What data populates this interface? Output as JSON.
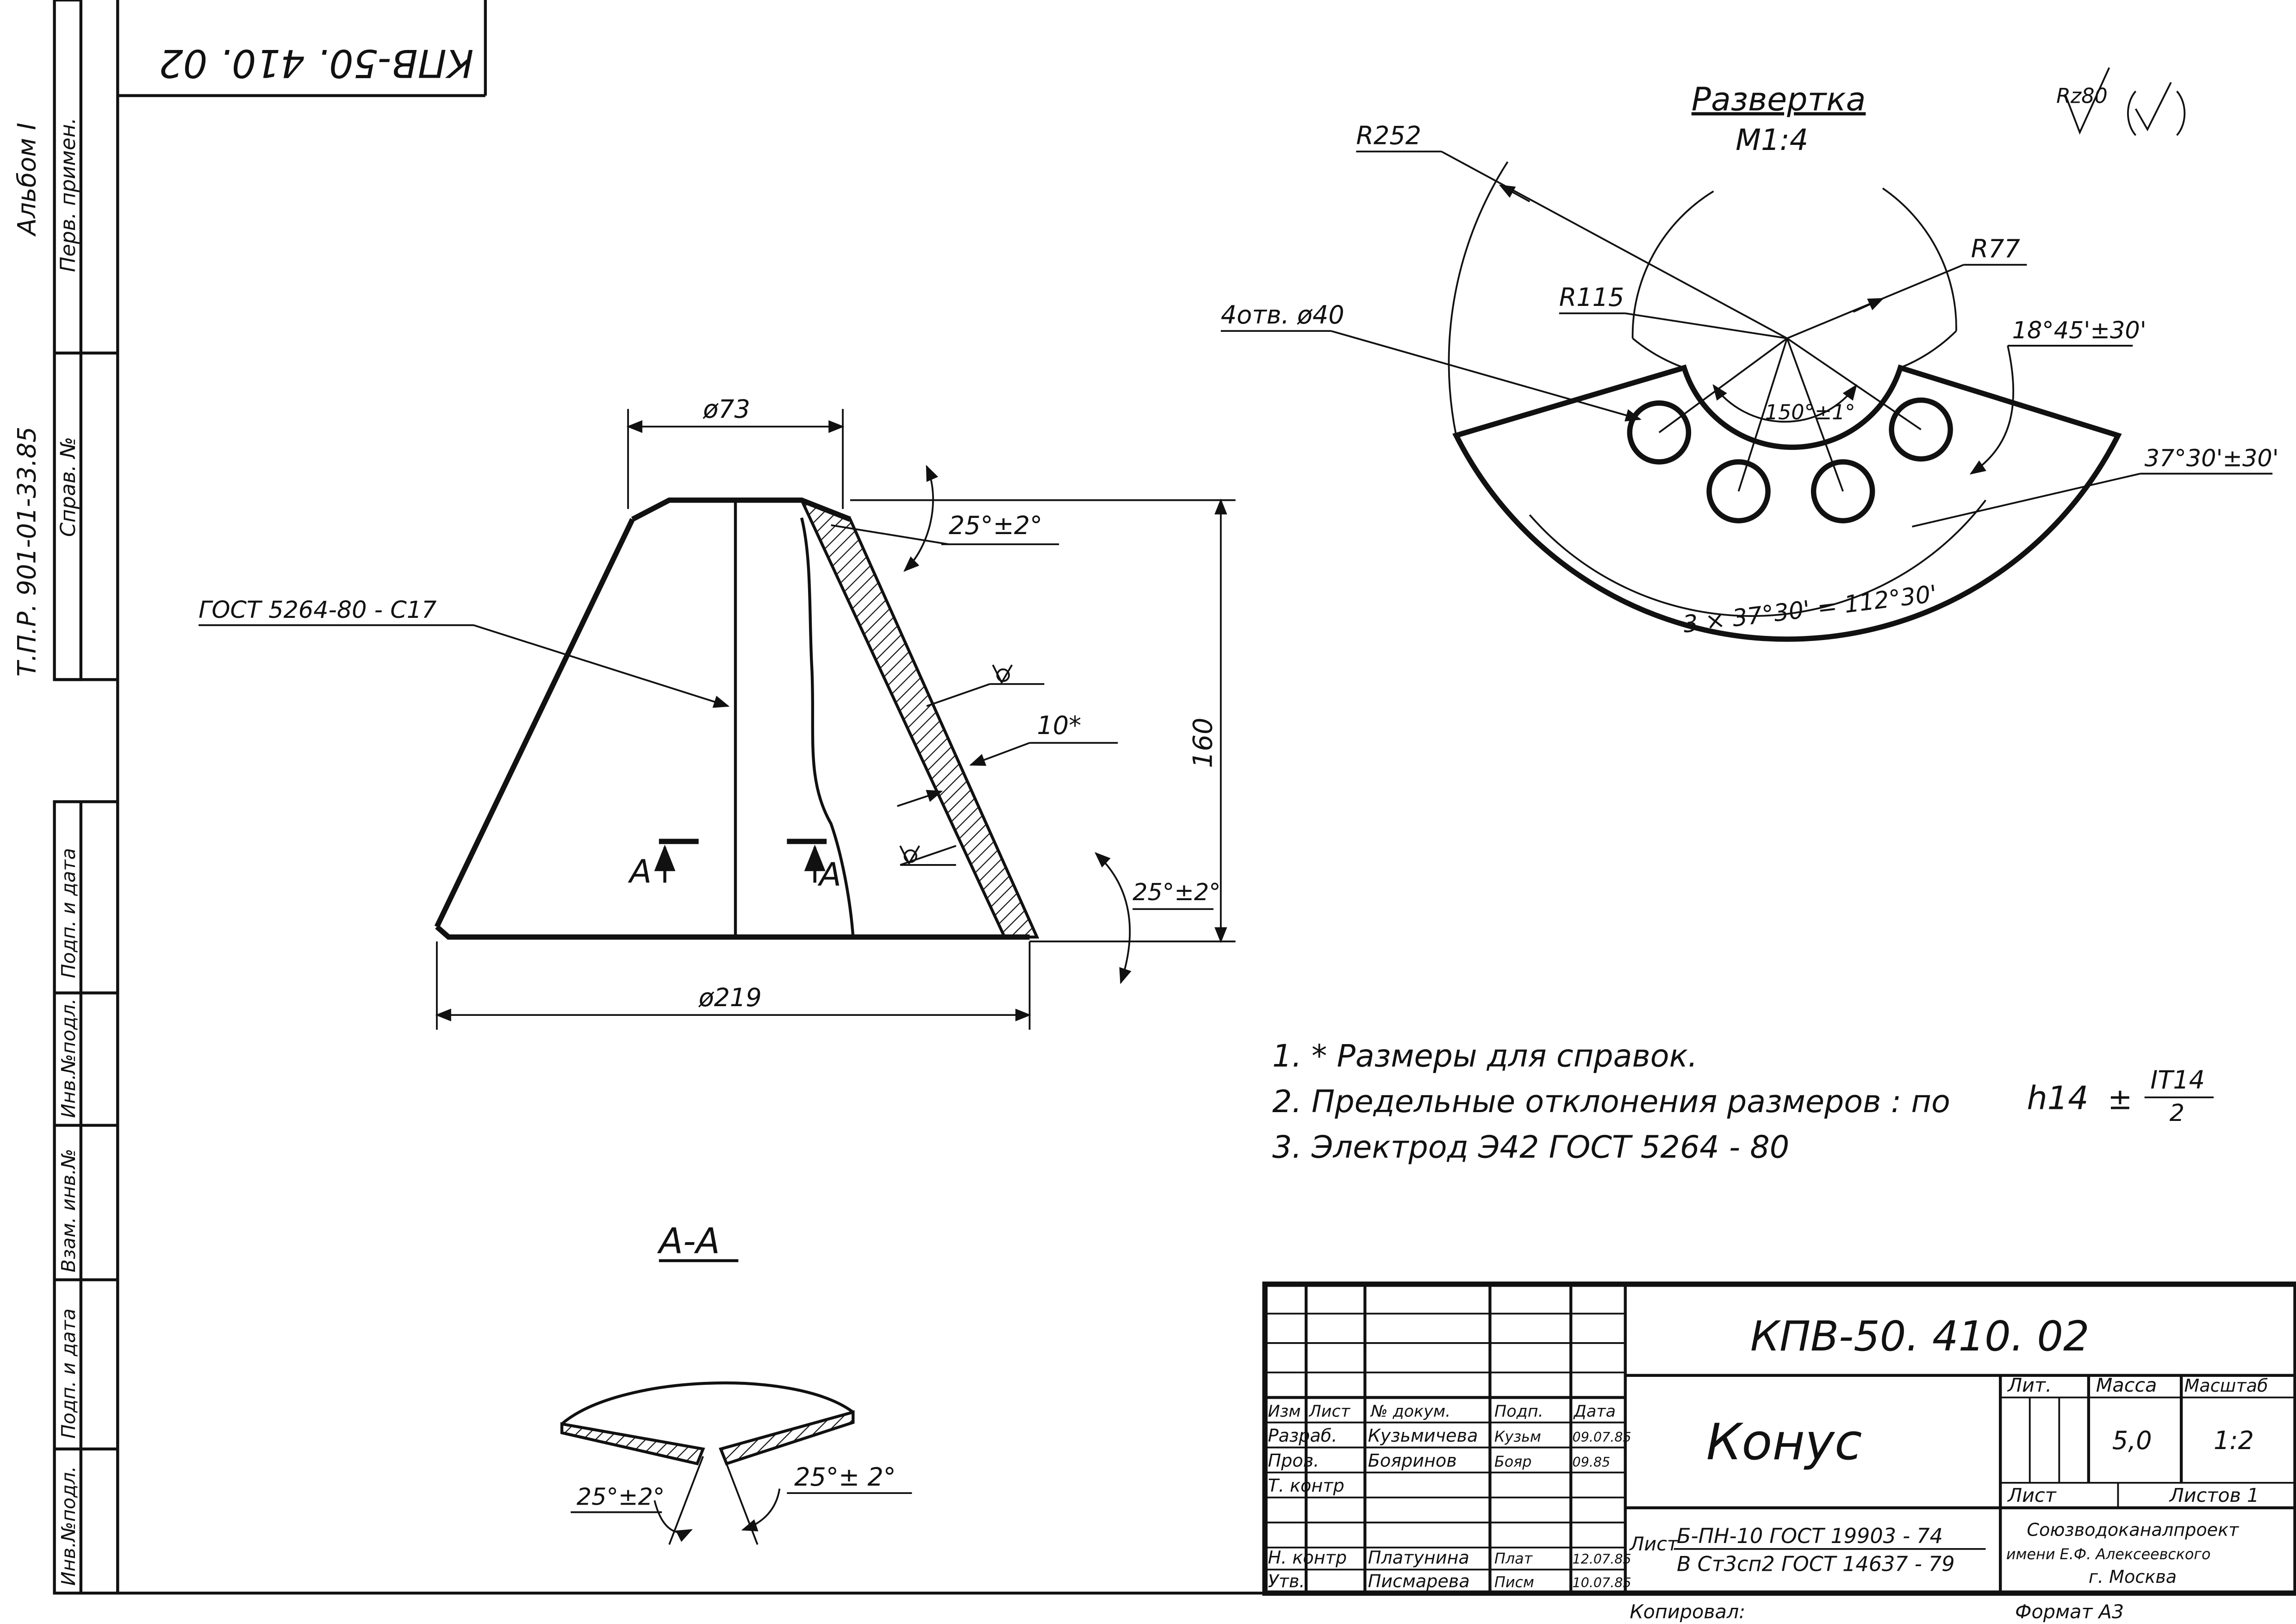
{
  "drawing": {
    "code": "КПВ-50. 410. 02",
    "title": "Конус",
    "album": "Альбом I",
    "tpr": "Т.П.Р. 901-01-33.85",
    "roughness": "Rz80",
    "side_labels": [
      "Перв. примен.",
      "Справ. №",
      "Подп. и дата",
      "Инв.№подл.",
      "Взам. инв.№",
      "Подп. и дата",
      "Инв.№подл."
    ]
  },
  "view": {
    "dia_top": "ø73",
    "dia_bottom": "ø219",
    "height": "160",
    "wall": "10*",
    "angle_top": "25°±2°",
    "angle_bottom": "25°±2°",
    "weld_ref": "ГОСТ 5264-80 - C17",
    "section_mark_left": "A",
    "section_mark_right": "A"
  },
  "razvertka": {
    "title": "Развертка",
    "scale": "М1:4",
    "r_outer": "R252",
    "r_mid": "R115",
    "r_inner": "R77",
    "holes": "4отв. ø40",
    "angle_center": "150°±1°",
    "angle_a": "18°45'±30'",
    "angle_b": "37°30'±30'",
    "angle_span": "3 × 37°30' = 112°30'"
  },
  "notes": [
    "1. * Размеры для справок.",
    "2. Предельные отклонения размеров : по",
    "3. Электрод Э42 ГОСТ 5264 - 80"
  ],
  "tolerance": {
    "grade": "h14",
    "fraction_num": "IT14",
    "fraction_den": "2",
    "pm": "±"
  },
  "section": {
    "label": "А-А",
    "angle_left": "25°±2°",
    "angle_right": "25°± 2°"
  },
  "titleblock": {
    "headers": [
      "Изм",
      "Лист",
      "№ докум.",
      "Подп.",
      "Дата"
    ],
    "rows": [
      {
        "role": "Разраб.",
        "name": "Кузьмичева",
        "sign": "Кузьм",
        "date": "09.07.85"
      },
      {
        "role": "Пров.",
        "name": "Бояринов",
        "sign": "Бояр",
        "date": "09.85"
      },
      {
        "role": "Т. контр",
        "name": "",
        "sign": "",
        "date": ""
      },
      {
        "role": "",
        "name": "",
        "sign": "",
        "date": ""
      },
      {
        "role": "Н. контр",
        "name": "Платунина",
        "sign": "Плат",
        "date": "12.07.85"
      },
      {
        "role": "Утв.",
        "name": "Писмарева",
        "sign": "Писм",
        "date": "10.07.85"
      }
    ],
    "lit_label": "Лит.",
    "mass_label": "Масса",
    "scale_label": "Масштаб",
    "mass": "5,0",
    "scale": "1:2",
    "sheet_label": "Лист",
    "sheets_label": "Листов 1",
    "material_prefix": "Лист",
    "material_line1": "Б-ПН-10 ГОСТ 19903 - 74",
    "material_line2": "B Ст3сп2 ГОСТ 14637 - 79",
    "org_line1": "Союзводоканалпроект",
    "org_line2": "имени Е.Ф. Алексеевского",
    "org_line3": "г. Москва",
    "copied": "Копировал:",
    "format": "Формат А3"
  }
}
